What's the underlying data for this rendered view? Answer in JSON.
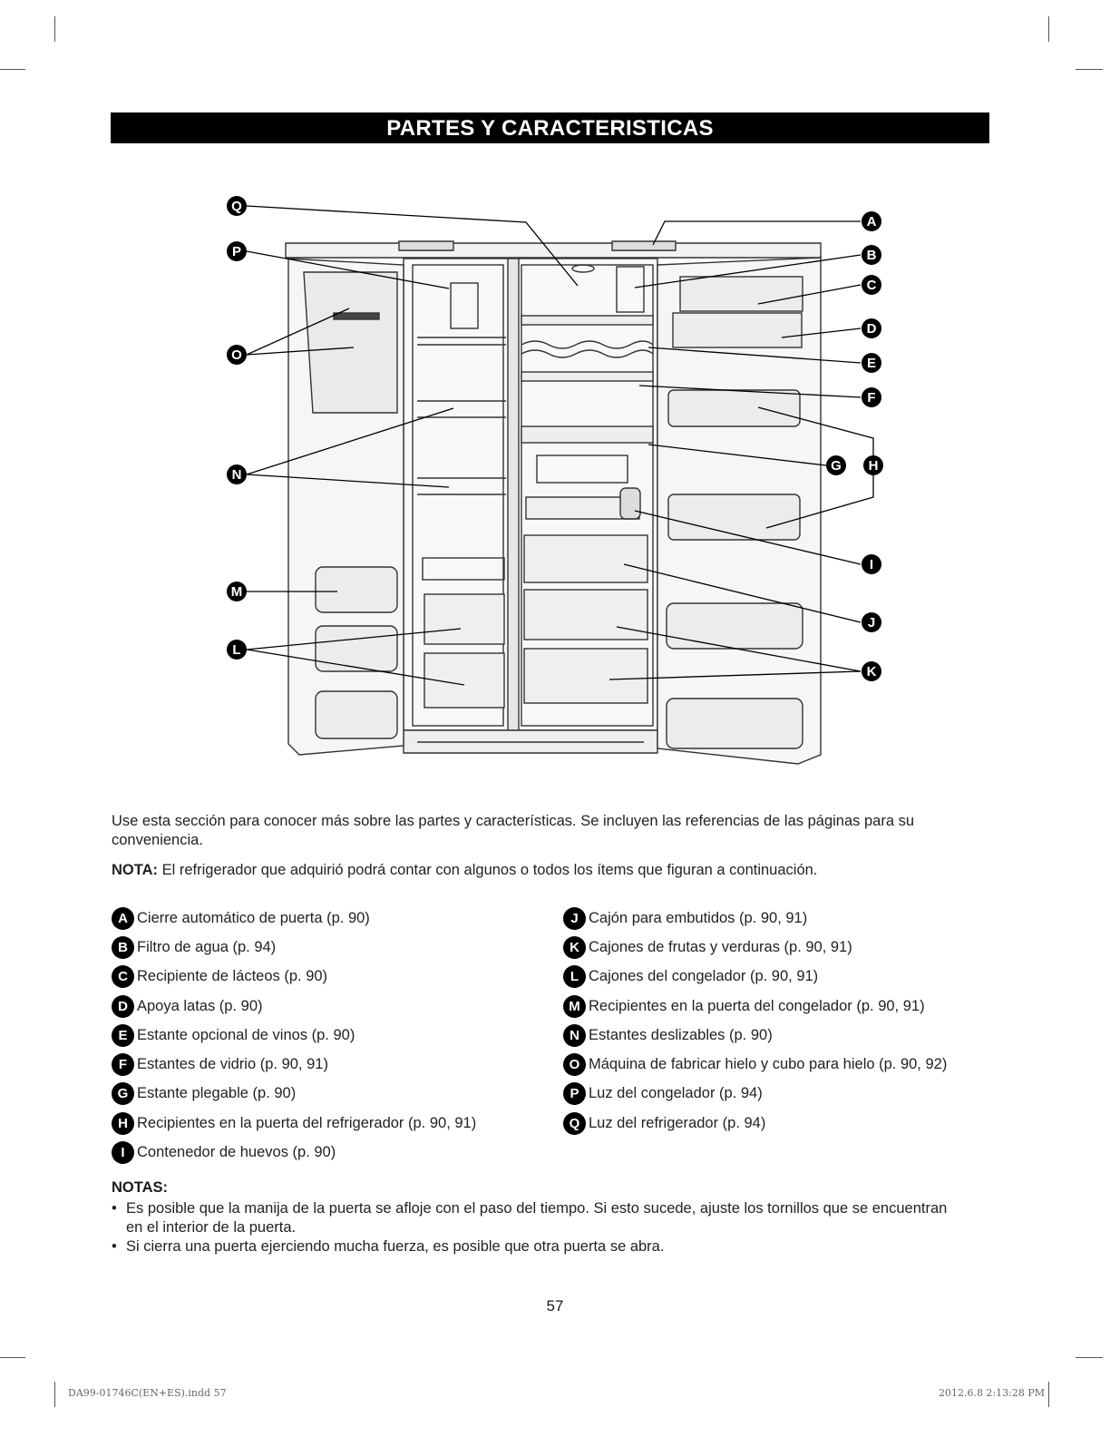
{
  "header": {
    "title": "PARTES Y CARACTERISTICAS"
  },
  "diagram": {
    "callouts": [
      "A",
      "B",
      "C",
      "D",
      "E",
      "F",
      "G",
      "H",
      "I",
      "J",
      "K",
      "L",
      "M",
      "N",
      "O",
      "P",
      "Q"
    ]
  },
  "intro": {
    "text": "Use esta sección para conocer más sobre las partes y características. Se incluyen las referencias de las páginas para su conveniencia.",
    "note_label": "NOTA:",
    "note_text": " El refrigerador que adquirió podrá contar con algunos o todos los ítems que figuran a continuación."
  },
  "legend": {
    "left": [
      {
        "letter": "A",
        "text": "Cierre automático de puerta (p. 90)"
      },
      {
        "letter": "B",
        "text": "Filtro de agua (p. 94)"
      },
      {
        "letter": "C",
        "text": "Recipiente de lácteos (p. 90)"
      },
      {
        "letter": "D",
        "text": "Apoya latas (p. 90)"
      },
      {
        "letter": "E",
        "text": "Estante opcional de vinos (p. 90)"
      },
      {
        "letter": "F",
        "text": "Estantes de vidrio (p. 90, 91)"
      },
      {
        "letter": "G",
        "text": "Estante plegable (p. 90)"
      },
      {
        "letter": "H",
        "text": "Recipientes en la puerta del refrigerador (p. 90, 91)"
      },
      {
        "letter": "I",
        "text": "Contenedor de huevos (p. 90)"
      }
    ],
    "right": [
      {
        "letter": "J",
        "text": "Cajón para embutidos (p. 90, 91)"
      },
      {
        "letter": "K",
        "text": "Cajones de frutas y verduras (p. 90, 91)"
      },
      {
        "letter": "L",
        "text": "Cajones del congelador (p. 90, 91)"
      },
      {
        "letter": "M",
        "text": "Recipientes en la puerta del congelador (p. 90, 91)"
      },
      {
        "letter": "N",
        "text": "Estantes deslizables (p. 90)"
      },
      {
        "letter": "O",
        "text": "Máquina de fabricar hielo y cubo para hielo (p. 90, 92)"
      },
      {
        "letter": "P",
        "text": "Luz del congelador (p. 94)"
      },
      {
        "letter": "Q",
        "text": "Luz del refrigerador (p. 94)"
      }
    ]
  },
  "notes": {
    "heading": "NOTAS:",
    "bullet": "•",
    "items": [
      "Es posible que la manija de la puerta se afloje con el paso del tiempo. Si esto sucede, ajuste los tornillos que se encuentran en el interior de la puerta.",
      "Si cierra una puerta ejerciendo mucha fuerza, es posible que otra puerta se abra."
    ]
  },
  "page_number": "57",
  "footer": {
    "left": "DA99-01746C(EN+ES).indd   57",
    "right": "2012.6.8   2:13:28 PM"
  }
}
